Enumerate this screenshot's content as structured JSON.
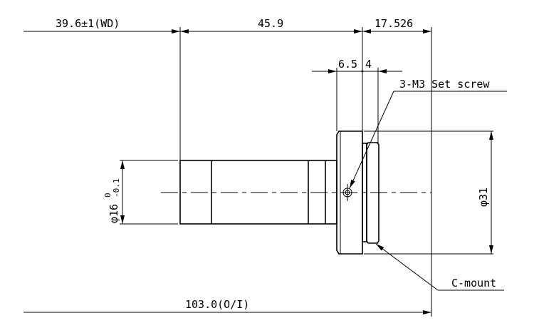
{
  "drawing": {
    "dimensions": {
      "working_distance": "39.6±1(WD)",
      "body_length": "45.9",
      "flange_back": "17.526",
      "screw_offset_a": "6.5",
      "screw_offset_b": "4",
      "body_diameter": "φ16",
      "body_diameter_tol_upper": "0",
      "body_diameter_tol_lower": "-0.1",
      "mount_diameter": "φ31",
      "total_length": "103.0(O/I)"
    },
    "callouts": {
      "set_screw": "3-M3 Set screw",
      "mount": "C-mount"
    }
  }
}
